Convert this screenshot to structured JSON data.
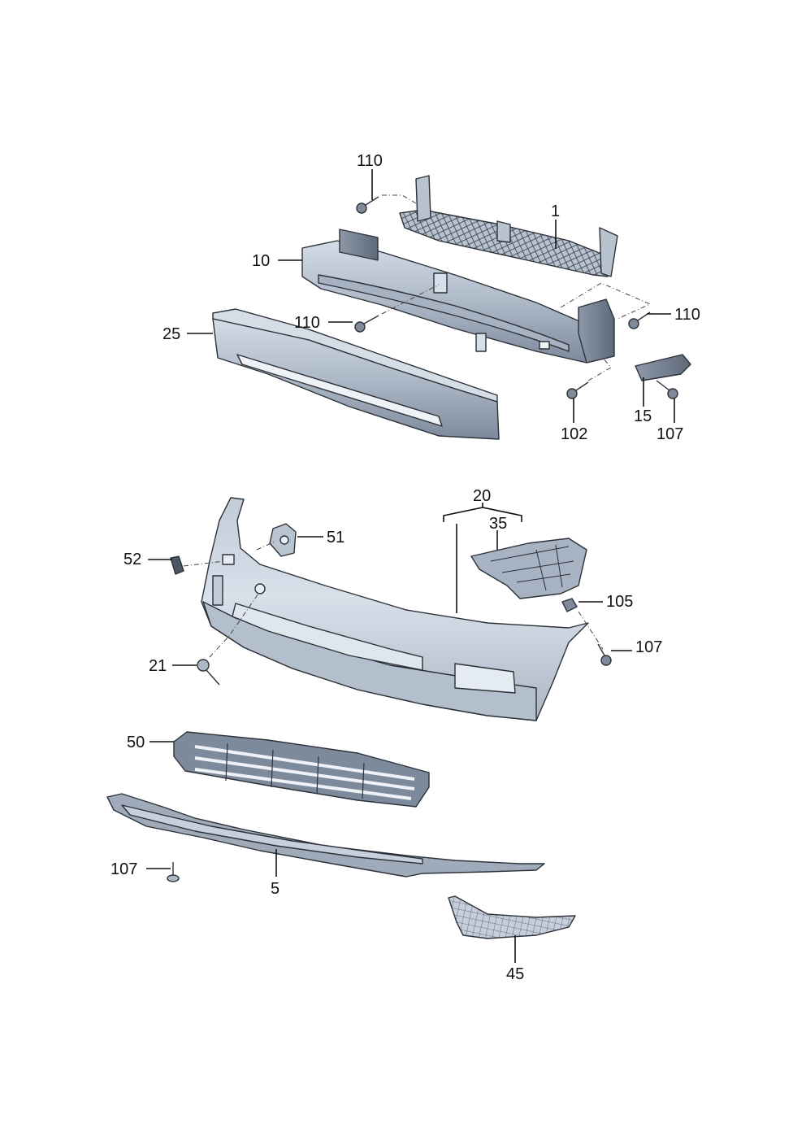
{
  "diagram": {
    "type": "exploded-parts-view",
    "callouts": {
      "c110_top": "110",
      "c1": "1",
      "c10": "10",
      "c110_mid": "110",
      "c110_right": "110",
      "c25": "25",
      "c102": "102",
      "c15": "15",
      "c107_top": "107",
      "c20": "20",
      "c35": "35",
      "c51": "51",
      "c52": "52",
      "c105": "105",
      "c107_mid": "107",
      "c21": "21",
      "c50": "50",
      "c107_low": "107",
      "c5": "5",
      "c45": "45"
    },
    "colors": {
      "part_fill_light": "#c9d3df",
      "part_fill_mid": "#9eabbb",
      "part_fill_dark": "#6f7c8d",
      "outline": "#2c3138",
      "label": "#111111"
    }
  }
}
